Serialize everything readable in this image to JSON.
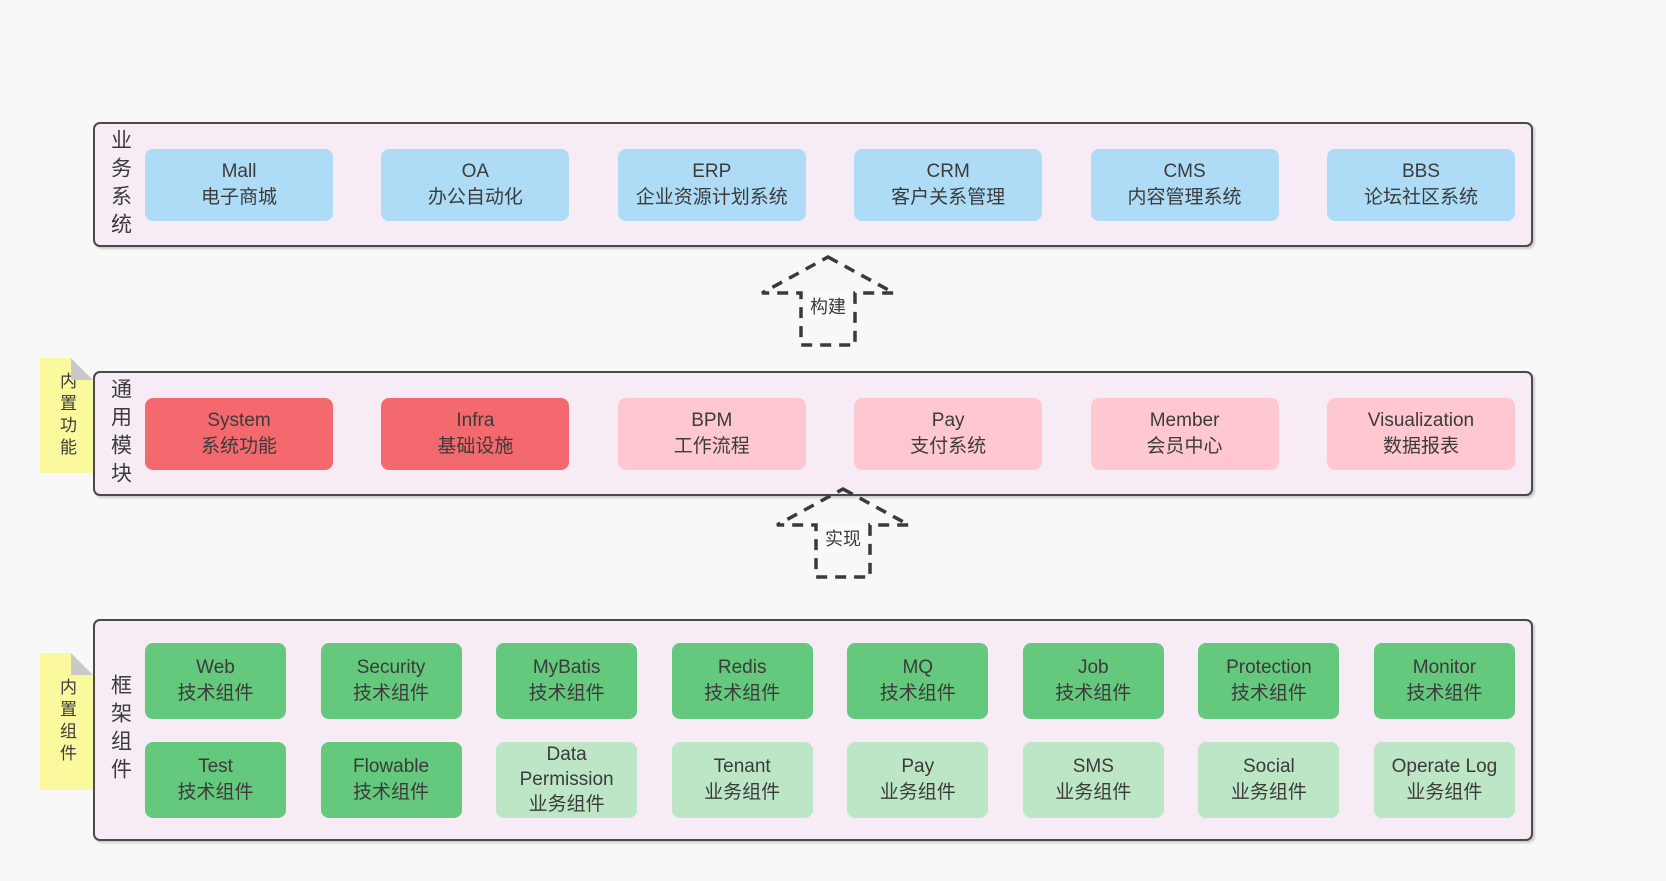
{
  "colors": {
    "page_bg": "#f8f8f8",
    "panel_bg": "#f7ecf5",
    "panel_border": "#4a4a4a",
    "blue_box": "#aedcf7",
    "red_box": "#f4696d",
    "pink_box": "#ffc8d1",
    "green_box": "#64c97d",
    "light_green_box": "#bde6c6",
    "sticky_yellow": "#fbf99e",
    "sticky_fold": "#c9c9c9",
    "text": "#3b3b3b"
  },
  "arrows": [
    {
      "label": "构建"
    },
    {
      "label": "实现"
    }
  ],
  "layers": [
    {
      "label": "业务系统",
      "boxes": [
        {
          "title": "Mall",
          "subtitle": "电子商城"
        },
        {
          "title": "OA",
          "subtitle": "办公自动化"
        },
        {
          "title": "ERP",
          "subtitle": "企业资源计划系统"
        },
        {
          "title": "CRM",
          "subtitle": "客户关系管理"
        },
        {
          "title": "CMS",
          "subtitle": "内容管理系统"
        },
        {
          "title": "BBS",
          "subtitle": "论坛社区系统"
        }
      ]
    },
    {
      "label": "通用模块",
      "sticky": "内置功能",
      "boxes": [
        {
          "title": "System",
          "subtitle": "系统功能"
        },
        {
          "title": "Infra",
          "subtitle": "基础设施"
        },
        {
          "title": "BPM",
          "subtitle": "工作流程"
        },
        {
          "title": "Pay",
          "subtitle": "支付系统"
        },
        {
          "title": "Member",
          "subtitle": "会员中心"
        },
        {
          "title": "Visualization",
          "subtitle": "数据报表"
        }
      ]
    },
    {
      "label": "框架组件",
      "sticky": "内置组件",
      "rows": [
        [
          {
            "title": "Web",
            "subtitle": "技术组件"
          },
          {
            "title": "Security",
            "subtitle": "技术组件"
          },
          {
            "title": "MyBatis",
            "subtitle": "技术组件"
          },
          {
            "title": "Redis",
            "subtitle": "技术组件"
          },
          {
            "title": "MQ",
            "subtitle": "技术组件"
          },
          {
            "title": "Job",
            "subtitle": "技术组件"
          },
          {
            "title": "Protection",
            "subtitle": "技术组件"
          },
          {
            "title": "Monitor",
            "subtitle": "技术组件"
          }
        ],
        [
          {
            "title": "Test",
            "subtitle": "技术组件"
          },
          {
            "title": "Flowable",
            "subtitle": "技术组件"
          },
          {
            "title": "Data Permission",
            "subtitle": "业务组件"
          },
          {
            "title": "Tenant",
            "subtitle": "业务组件"
          },
          {
            "title": "Pay",
            "subtitle": "业务组件"
          },
          {
            "title": "SMS",
            "subtitle": "业务组件"
          },
          {
            "title": "Social",
            "subtitle": "业务组件"
          },
          {
            "title": "Operate Log",
            "subtitle": "业务组件"
          }
        ]
      ]
    }
  ]
}
